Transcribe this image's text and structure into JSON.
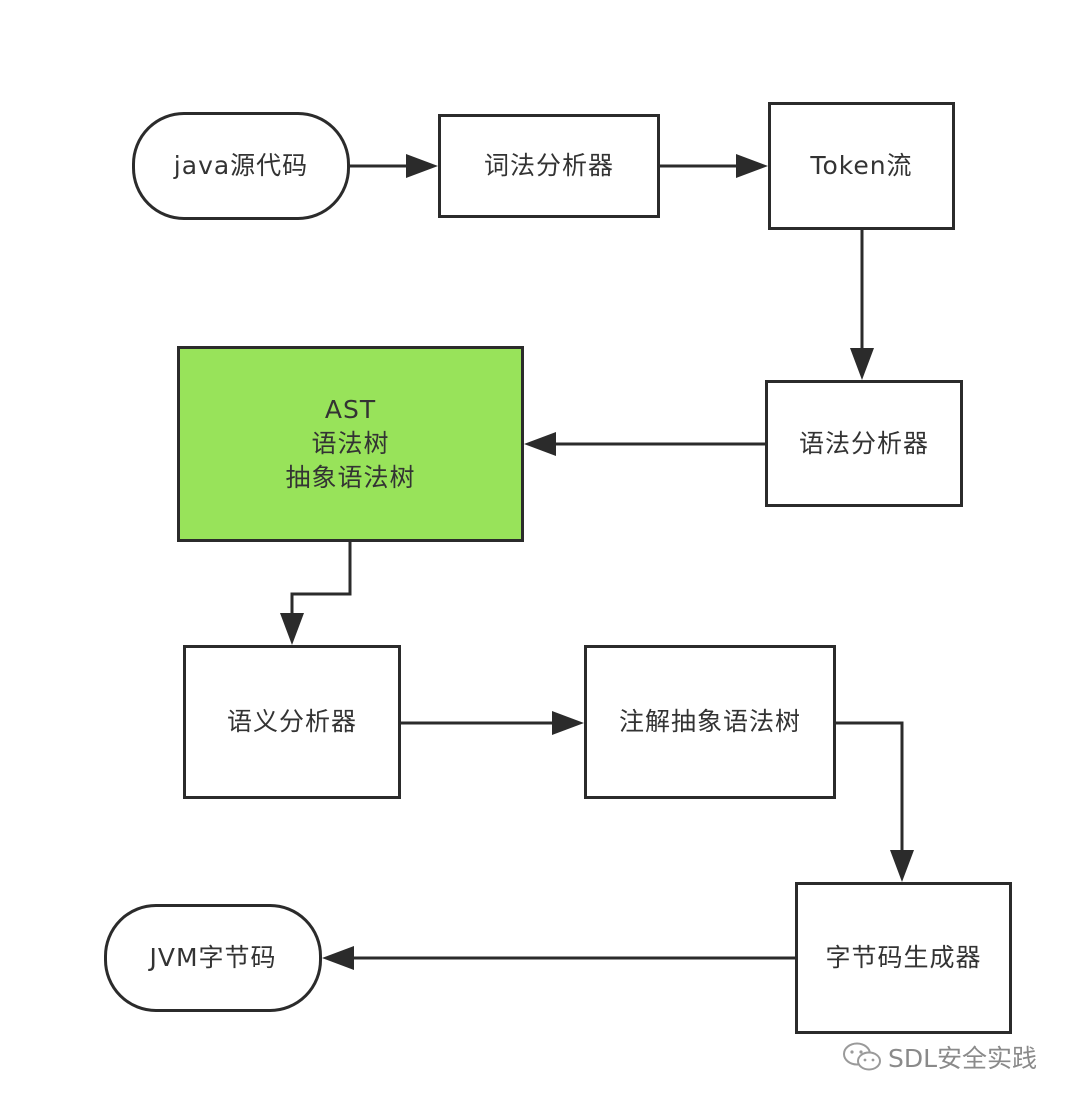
{
  "nodes": {
    "java_source": "java源代码",
    "lexer": "词法分析器",
    "token_stream": "Token流",
    "parser": "语法分析器",
    "ast": {
      "line1": "AST",
      "line2": "语法树",
      "line3": "抽象语法树"
    },
    "semantic_analyzer": "语义分析器",
    "annotated_ast": "注解抽象语法树",
    "bytecode_generator": "字节码生成器",
    "jvm_bytecode": "JVM字节码"
  },
  "colors": {
    "ast_fill": "#98e35a",
    "border": "#2b2b2b"
  },
  "watermark": {
    "text": "SDL安全实践",
    "icon": "wechat-icon"
  }
}
